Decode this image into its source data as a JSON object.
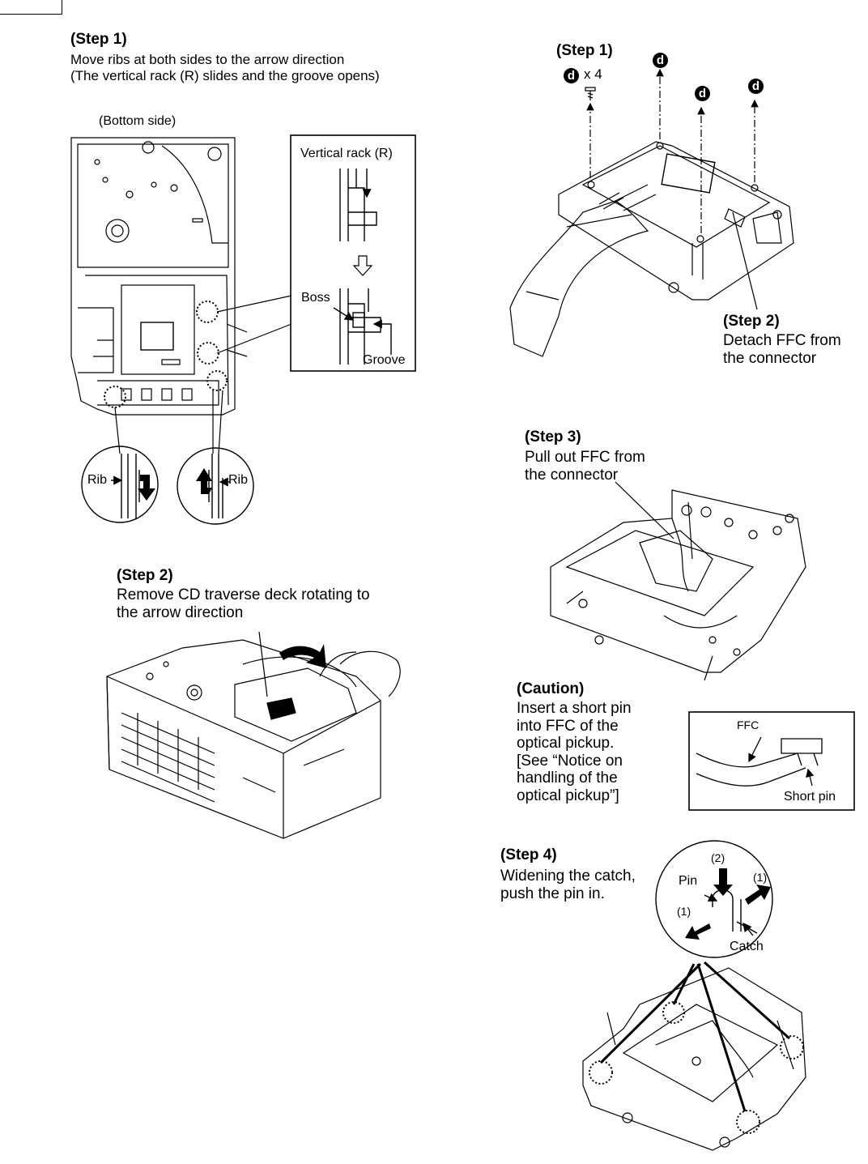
{
  "left": {
    "step1": {
      "title": "(Step 1)",
      "line1": "Move ribs at both sides to the arrow direction",
      "line2": "(The vertical rack (R) slides and the groove opens)",
      "bottom_side": "(Bottom side)",
      "vertical_rack": "Vertical rack (R)",
      "boss": "Boss",
      "groove": "Groove",
      "rib_left": "Rib",
      "rib_right": "Rib"
    },
    "step2": {
      "title": "(Step 2)",
      "line1": "Remove CD traverse deck rotating to",
      "line2": "the arrow direction"
    }
  },
  "right": {
    "step1": {
      "title": "(Step 1)",
      "screw_symbol": "d",
      "screw_count": "x 4",
      "marker": "d"
    },
    "step2": {
      "title": "(Step 2)",
      "line1": "Detach FFC from",
      "line2": "the connector"
    },
    "step3": {
      "title": "(Step 3)",
      "line1": "Pull out FFC from",
      "line2": "the connector"
    },
    "caution": {
      "title": "(Caution)",
      "lines": [
        "Insert a short pin",
        "into FFC of the",
        "optical pickup.",
        "[See “Notice on",
        "handling of the",
        "optical pickup”]"
      ],
      "ffc": "FFC",
      "short_pin": "Short pin"
    },
    "step4": {
      "title": "(Step 4)",
      "line1": "Widening the catch,",
      "line2": "push the pin in.",
      "pin": "Pin",
      "catch": "Catch",
      "label_2": "(2)",
      "label_1a": "(1)",
      "label_1b": "(1)"
    }
  }
}
